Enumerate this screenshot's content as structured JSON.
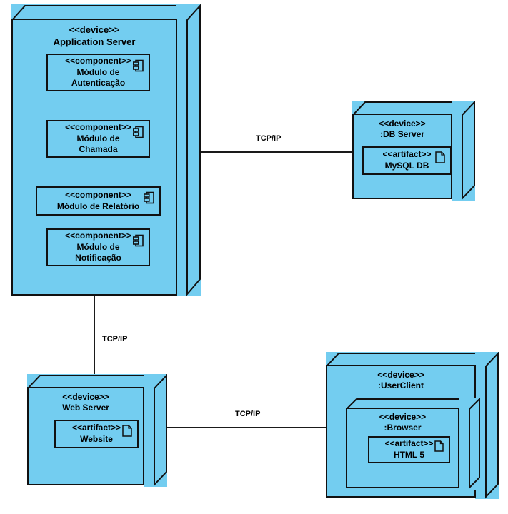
{
  "diagram": {
    "type": "uml-deployment-diagram",
    "background_color": "#ffffff",
    "node_fill_color": "#73CDF0",
    "stroke_color": "#111111"
  },
  "nodes": {
    "application_server": {
      "stereotype": "<<device>>",
      "name": "Application Server",
      "components": [
        {
          "stereotype": "<<component>>",
          "name": "Módulo de\nAutenticação",
          "icon": "component-icon"
        },
        {
          "stereotype": "<<component>>",
          "name": "Módulo de\nChamada",
          "icon": "component-icon"
        },
        {
          "stereotype": "<<component>>",
          "name": "Módulo de Relatório",
          "icon": "component-icon"
        },
        {
          "stereotype": "<<component>>",
          "name": "Módulo de\nNotificação",
          "icon": "component-icon"
        }
      ]
    },
    "db_server": {
      "stereotype": "<<device>>",
      "name": ":DB Server",
      "artifact": {
        "stereotype": "<<artifact>>",
        "name": "MySQL DB",
        "icon": "artifact-document-icon"
      }
    },
    "web_server": {
      "stereotype": "<<device>>",
      "name": "Web Server",
      "artifact": {
        "stereotype": "<<artifact>>",
        "name": "Website",
        "icon": "artifact-document-icon"
      }
    },
    "user_client": {
      "stereotype": "<<device>>",
      "name": ":UserClient",
      "browser": {
        "stereotype": "<<device>>",
        "name": ":Browser",
        "artifact": {
          "stereotype": "<<artifact>>",
          "name": "HTML 5",
          "icon": "artifact-document-icon"
        }
      }
    }
  },
  "connections": [
    {
      "id": "app-db",
      "label": "TCP/IP",
      "from": "application_server",
      "to": "db_server",
      "orientation": "horizontal"
    },
    {
      "id": "app-web",
      "label": "TCP/IP",
      "from": "application_server",
      "to": "web_server",
      "orientation": "vertical"
    },
    {
      "id": "web-client",
      "label": "TCP/IP",
      "from": "web_server",
      "to": "user_client",
      "orientation": "horizontal"
    }
  ]
}
